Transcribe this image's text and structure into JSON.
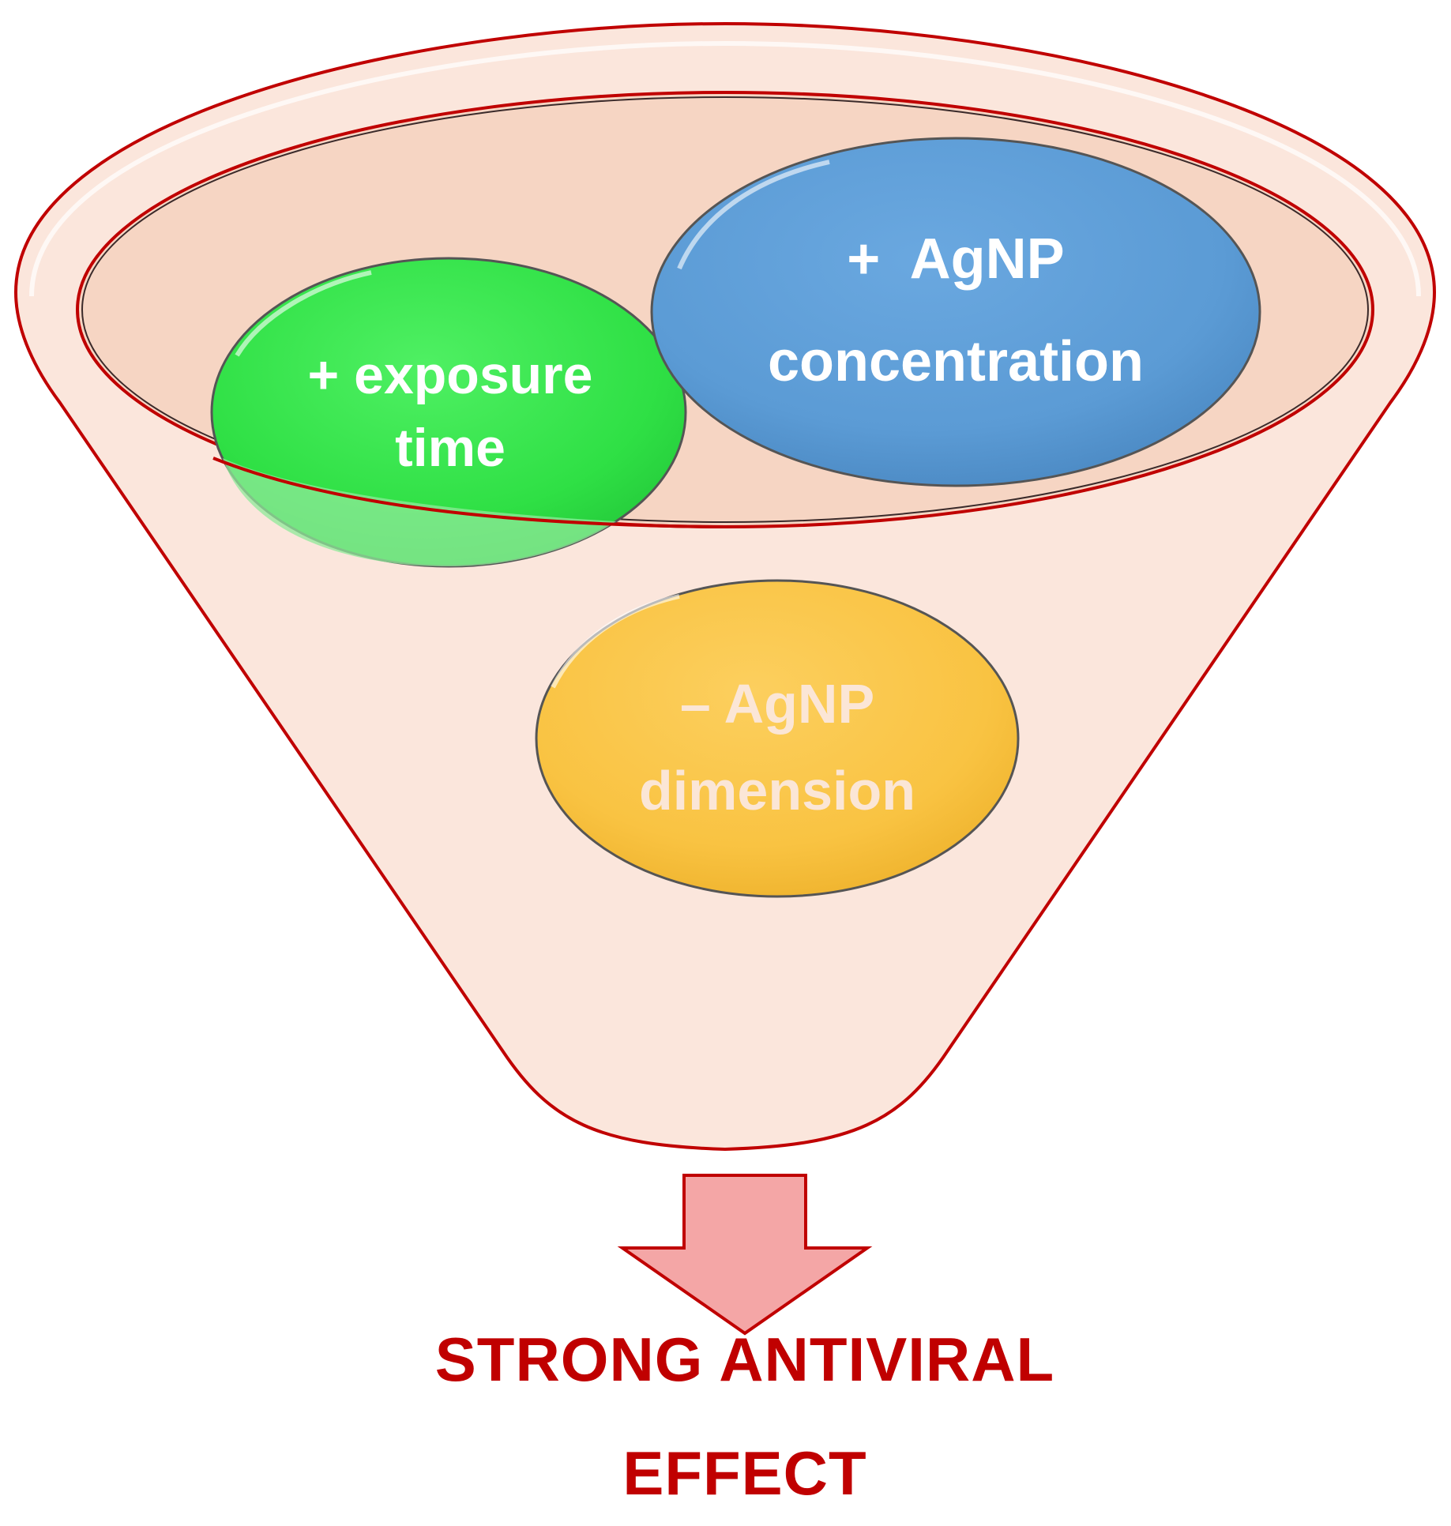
{
  "factors": {
    "exposure_time": {
      "line1": "+ exposure",
      "line2": "time",
      "color": "#33e24a"
    },
    "agnp_concentration": {
      "line1": "+  AgNP",
      "line2": "concentration",
      "color": "#5b9bd5"
    },
    "agnp_dimension": {
      "line1": "– AgNP",
      "line2": "dimension",
      "color": "#f9c342"
    }
  },
  "outcome": {
    "line1": "STRONG ANTIVIRAL",
    "line2": "EFFECT",
    "color": "#c00000"
  },
  "funnel": {
    "fill": "#fbe6dc",
    "rim_fill": "#f6d5c3",
    "outline": "#c00000"
  },
  "arrow": {
    "fill": "#f4a6a6",
    "outline": "#c00000"
  }
}
